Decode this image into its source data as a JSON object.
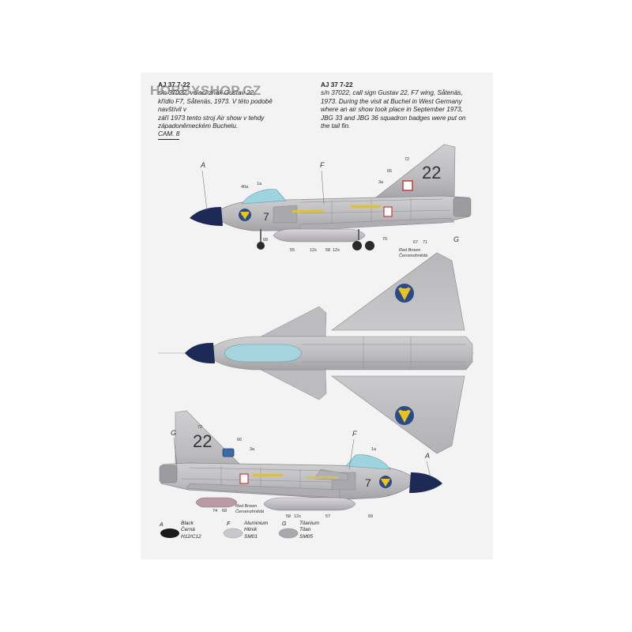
{
  "watermark": "HOBBYSHOP.CZ",
  "caption_cz": {
    "title": "AJ 37 7-22",
    "lines": [
      "s/n 37022, volací znak Gustav 22,",
      "křídlo F7, Såtenäs, 1973. V této podobě navštívil v",
      "září 1973 tento stroj Air show v tehdy",
      "západoněmeckém Buchelu."
    ],
    "cam": "CAM. 8"
  },
  "caption_en": {
    "title": "AJ 37 7-22",
    "lines": [
      "s/n 37022, call sign Gustav 22, F7 wing, Såtenäs,",
      "1973. During the visit at Buchel in West Germany",
      "where an air show took place in September 1973,",
      "JBG 33 and JBG 36 squadron badges were put on",
      "the tail fin."
    ]
  },
  "aircraft": {
    "code_tail": "22",
    "code_nose": "7",
    "colors": {
      "fuselage": "#bdbdbf",
      "fuselage_shadow": "#a6a6aa",
      "nose_cone": "#1c2a55",
      "canopy": "#9ed4df",
      "tank": "#c9c5cc",
      "roundel_blue": "#2a4a8a",
      "roundel_yellow": "#e8c41e",
      "badge_red": "#c33a3a",
      "text_black": "#222222"
    }
  },
  "callouts_top": {
    "A": "A",
    "F": "F",
    "G": "G",
    "n40a": "40a",
    "n1a": "1a",
    "n72": "72",
    "n65": "65",
    "n3a": "3a",
    "n68": "68",
    "n70": "70",
    "n67": "67",
    "n71": "71",
    "n55": "55",
    "n12s": "12s",
    "n58": "58",
    "n12s2": "12s",
    "red_brown_1": "Red Brown",
    "red_brown_2": "Červenohnědá"
  },
  "callouts_bottom": {
    "G": "G",
    "F": "F",
    "A": "A",
    "n72": "72",
    "n66": "66",
    "n3a": "3a",
    "n1a": "1a",
    "n74": "74",
    "n68": "68",
    "n58": "58",
    "n12s": "12s",
    "n57": "57",
    "n69": "69",
    "red_brown_1": "Red Brown",
    "red_brown_2": "Červenohnědá"
  },
  "legend": [
    {
      "key": "A",
      "name_en": "Black",
      "name_cz": "Černá",
      "code": "H12/C12",
      "color": "#1a1a1a"
    },
    {
      "key": "F",
      "name_en": "Aluminium",
      "name_cz": "Hliník",
      "code": "SM01",
      "color": "#c8c8cc"
    },
    {
      "key": "G",
      "name_en": "Titanium",
      "name_cz": "Titan",
      "code": "SM05",
      "color": "#a9a9ad"
    }
  ]
}
